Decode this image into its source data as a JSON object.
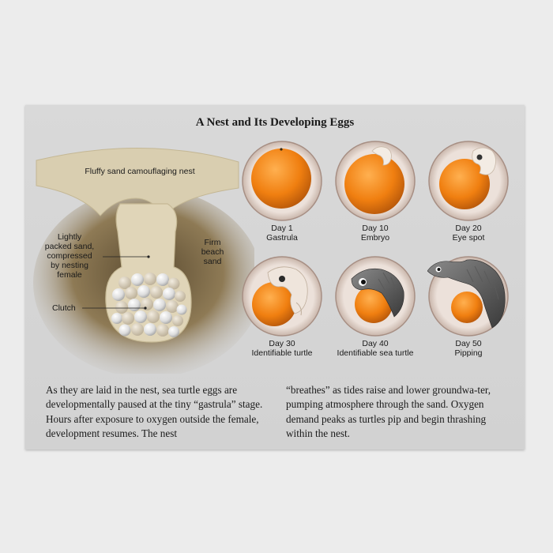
{
  "title": "A Nest and Its Developing Eggs",
  "nest_labels": {
    "surface": "Fluffy sand camouflaging nest",
    "packed_sand": [
      "Lightly",
      "packed sand,",
      "compressed",
      "by nesting",
      "female"
    ],
    "firm_sand": [
      "Firm",
      "beach",
      "sand"
    ],
    "clutch": "Clutch"
  },
  "stages": [
    {
      "day": "Day 1",
      "stage": "Gastrula",
      "icon": "gastrula-egg-icon"
    },
    {
      "day": "Day 10",
      "stage": "Embryo",
      "icon": "embryo-egg-icon"
    },
    {
      "day": "Day 20",
      "stage": "Eye spot",
      "icon": "eye-spot-egg-icon"
    },
    {
      "day": "Day 30",
      "stage": "Identifiable turtle",
      "icon": "identifiable-turtle-egg-icon"
    },
    {
      "day": "Day 40",
      "stage": "Identifiable sea turtle",
      "icon": "sea-turtle-egg-icon"
    },
    {
      "day": "Day 50",
      "stage": "Pipping",
      "icon": "pipping-egg-icon"
    }
  ],
  "body_left": "As they are laid in the nest, sea turtle eggs are developmentally paused at the tiny “gastrula” stage. Hours after exposure to oxygen outside the female, development resumes. The nest",
  "body_right": "“breathes” as tides raise and lower groundwa-ter, pumping atmosphere through the sand. Oxygen demand peaks as turtles pip and begin thrashing within the nest.",
  "colors": {
    "card": "#d6d6d6",
    "sand": "#d8ccaa",
    "yolk": "#f07f10",
    "egg_shell": "#ead9cf"
  }
}
